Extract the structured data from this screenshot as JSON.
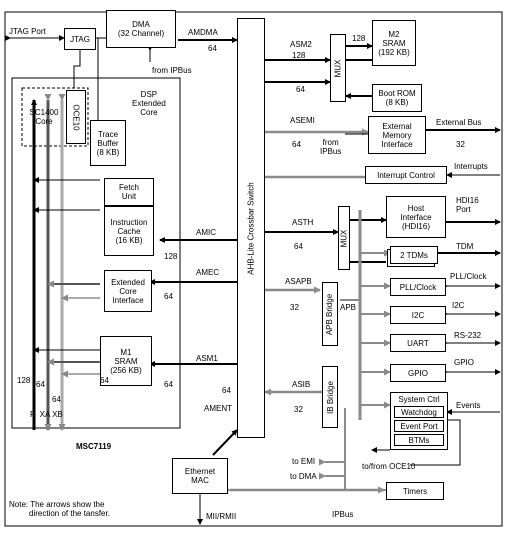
{
  "jtag_port": "JTAG Port",
  "jtag": "JTAG",
  "dma": "DMA\n(32 Channel)",
  "amdma": "AMDMA",
  "amdma_width": "64",
  "from_ipbus_top": "from IPBus",
  "asm2": "ASM2",
  "asm2_width": "128",
  "m2_sram": "M2\nSRAM\n(192 KB)",
  "m2_width": "128",
  "mux_top": "MUX",
  "asm2_64": "64",
  "boot_rom": "Boot ROM\n(8 KB)",
  "dsp_extended_core": "DSP\nExtended\nCore",
  "sc1400": "SC1400\nCore",
  "oce10": "OCE10",
  "trace_buffer": "Trace\nBuffer\n(8 KB)",
  "asemi": "ASEMI",
  "asemi_width": "64",
  "ext_mem": "External\nMemory\nInterface",
  "from_ipbus_mid": "from\nIPBus",
  "external_bus": "External Bus",
  "ext_bus_width": "32",
  "interrupt_control": "Interrupt Control",
  "interrupts": "Interrupts",
  "fetch_unit": "Fetch\nUnit",
  "instruction_cache": "Instruction\nCache\n(16 KB)",
  "amic": "AMIC",
  "amic_width": "128",
  "crossbar": "AHB-Lite Crossbar Switch",
  "asth": "ASTH",
  "asth_width": "64",
  "mux_mid": "MUX",
  "host_interface": "Host\nInterface\n(HDI16)",
  "hdi16_port": "HDI16\nPort",
  "tdm": "TDM",
  "two_tdms": "2 TDMs",
  "amec": "AMEC",
  "amec_width": "64",
  "ext_core_if": "Extended\nCore\nInterface",
  "asapb": "ASAPB",
  "asapb_width": "32",
  "apb_bridge": "APB Bridge",
  "apb": "APB",
  "pll_clock": "PLL/Clock",
  "pll_clock_ext": "PLL/Clock",
  "i2c": "I2C",
  "i2c_ext": "I2C",
  "uart": "UART",
  "rs232": "RS-232",
  "m1_sram": "M1\nSRAM\n(256 KB)",
  "asm1": "ASM1",
  "asm1_width": "64",
  "m1_width": "64",
  "gpio": "GPIO",
  "gpio_ext": "GPIO",
  "bus_128": "128",
  "bus_64a": "64",
  "bus_64b": "64",
  "bus_names": "P  XA XB",
  "asib": "ASIB",
  "asib_width": "32",
  "ib_bridge": "IB Bridge",
  "system_ctrl": "System Ctrl",
  "watchdog": "Watchdog",
  "event_port": "Event Port",
  "btms": "BTMs",
  "events": "Events",
  "chip_name": "MSC7119",
  "ament": "AMENT",
  "ament_width": "64",
  "to_emi": "to EMI",
  "to_dma": "to DMA",
  "to_from_oce10": "to/from OCE10",
  "ethernet_mac": "Ethernet\nMAC",
  "timers": "Timers",
  "mii_rmii": "MII/RMII",
  "ipbus": "IPBus",
  "note": "Note: The arrows show the\n         direction of the tansfer."
}
